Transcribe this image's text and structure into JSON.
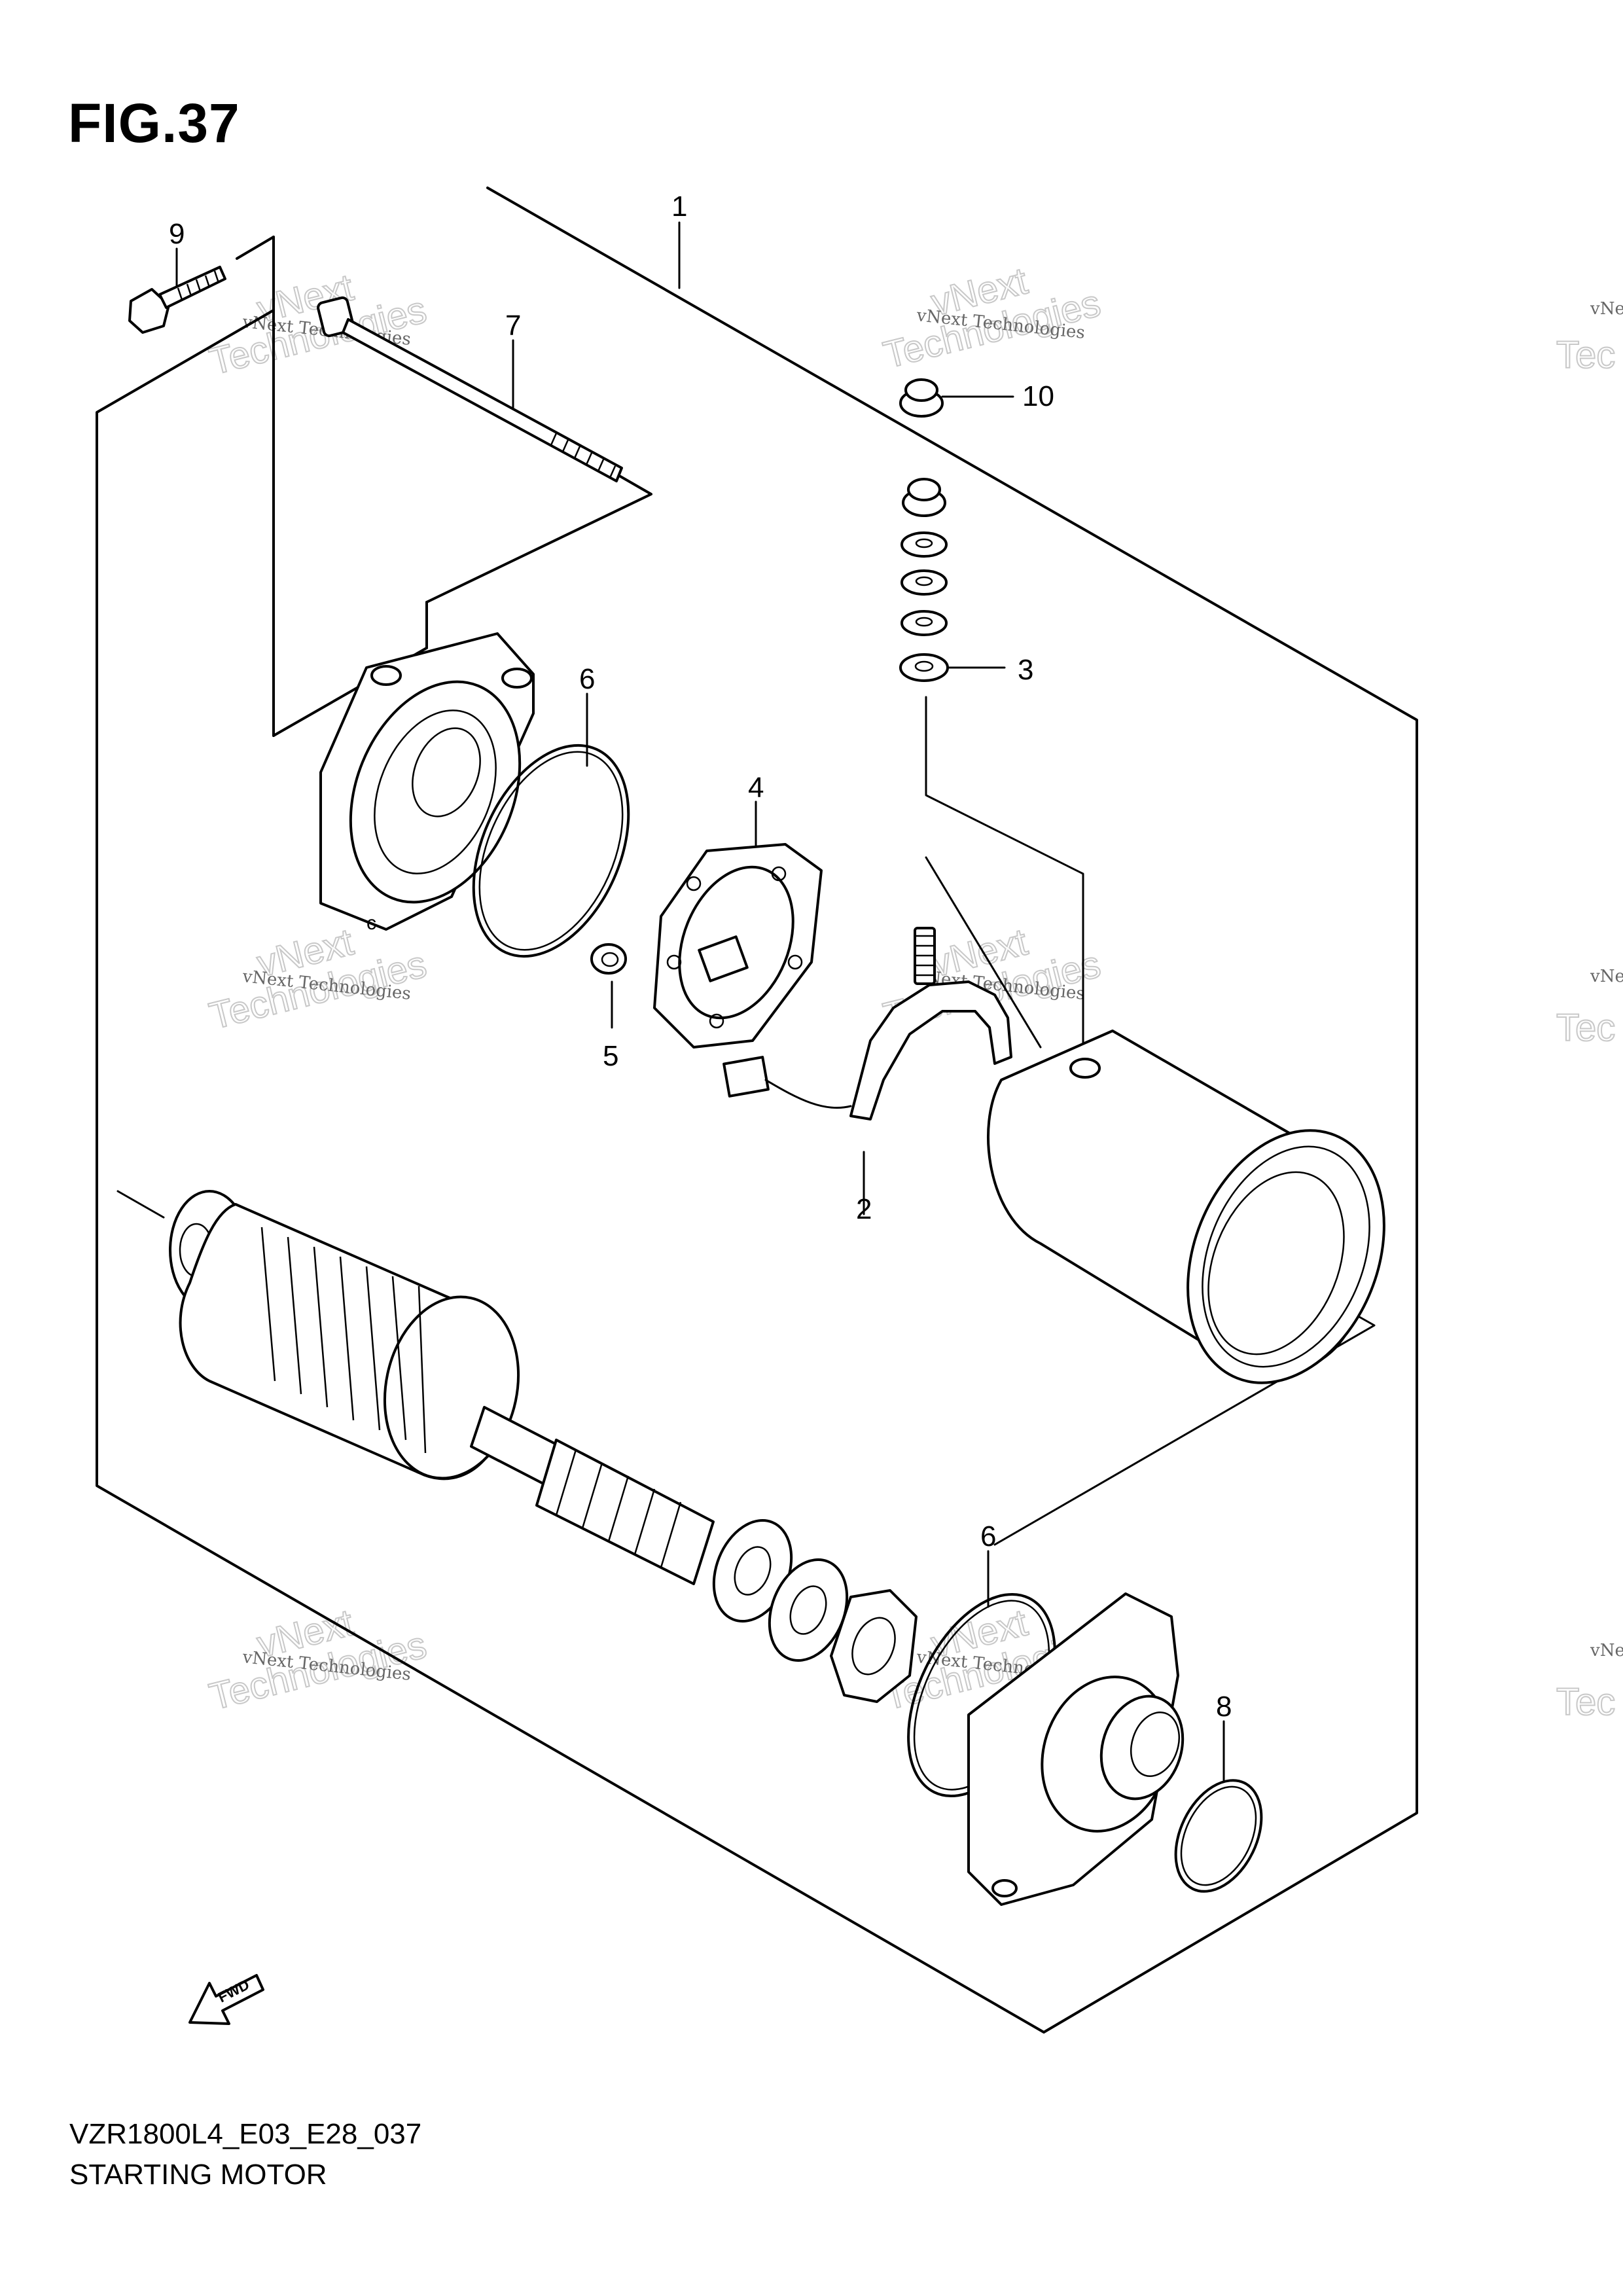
{
  "figure": {
    "title": "FIG.37"
  },
  "footer": {
    "code": "VZR1800L4_E03_E28_037",
    "name": "STARTING MOTOR"
  },
  "fwd_label": "FWD",
  "callouts": [
    "1",
    "2",
    "3",
    "4",
    "5",
    "6",
    "6",
    "7",
    "8",
    "9",
    "10"
  ],
  "watermarks": {
    "line1": "vNext Technologies",
    "line2": "vNext",
    "line3": "Technologies",
    "edge_small": "vNe",
    "edge_big": "Tec"
  }
}
